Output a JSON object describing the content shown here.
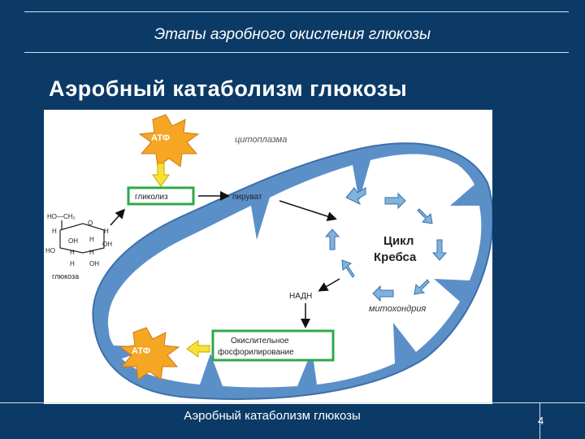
{
  "header": {
    "title": "Этапы аэробного окисления глюкозы"
  },
  "heading": "Аэробный катаболизм глюкозы",
  "diagram": {
    "atp_top": "АТФ",
    "atp_bottom": "АТФ",
    "cytoplasm": "цитоплазма",
    "glycolysis": "гликолиз",
    "pyruvate": "пируват",
    "glucose": "глюкоза",
    "krebs_line1": "Цикл",
    "krebs_line2": "Кребса",
    "nadh": "НАДН",
    "mitochondrion": "митохондрия",
    "oxphos_line1": "Окислительное",
    "oxphos_line2": "фосфорилирование",
    "struct_ho_ch2": "HO—CH₂",
    "struct_o": "O",
    "struct_h": "H",
    "struct_oh": "OH",
    "struct_ho": "HO",
    "colors": {
      "membrane": "#5b8fc8",
      "matrix": "#ffffff",
      "box": "#2fa84a",
      "atp": "#f5a623",
      "arrow_yellow": "#f6e234"
    }
  },
  "footer": {
    "text": "Аэробный катаболизм глюкозы",
    "page": "4"
  }
}
